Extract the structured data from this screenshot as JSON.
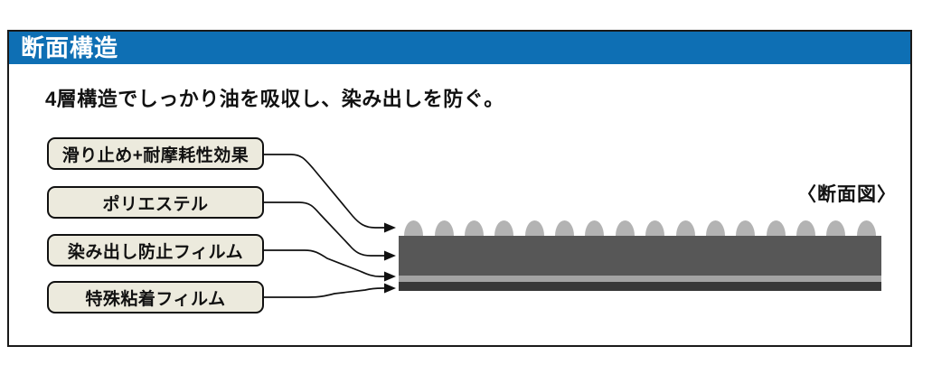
{
  "header": {
    "title": "断面構造"
  },
  "description": "4層構造でしっかり油を吸収し、染み出しを防ぐ。",
  "section_view_label": "〈断面図〉",
  "labels": [
    {
      "text": "滑り止め+耐摩耗性効果",
      "points_to": "surface-bumps"
    },
    {
      "text": "ポリエステル",
      "points_to": "polyester-body"
    },
    {
      "text": "染み出し防止フィルム",
      "points_to": "seep-prevention-film"
    },
    {
      "text": "特殊粘着フィルム",
      "points_to": "special-adhesive-film"
    }
  ],
  "cross_section": {
    "bump_count": 16,
    "layers": [
      {
        "name": "anti-slip-bumps",
        "label": "滑り止め+耐摩耗性効果"
      },
      {
        "name": "polyester-body",
        "label": "ポリエステル"
      },
      {
        "name": "seep-prevention-film",
        "label": "染み出し防止フィルム"
      },
      {
        "name": "special-adhesive-film",
        "label": "特殊粘着フィルム"
      }
    ]
  },
  "colors": {
    "accent_blue": "#0e6fb4",
    "frame_border": "#1a1a1a",
    "line_black": "#111111",
    "box_fill": "#eceadd",
    "bumps_gray": "#b3b3b3",
    "body_gray": "#575757",
    "seep_film_gray": "#a3a3a3",
    "adhesive_dark": "#383838"
  }
}
